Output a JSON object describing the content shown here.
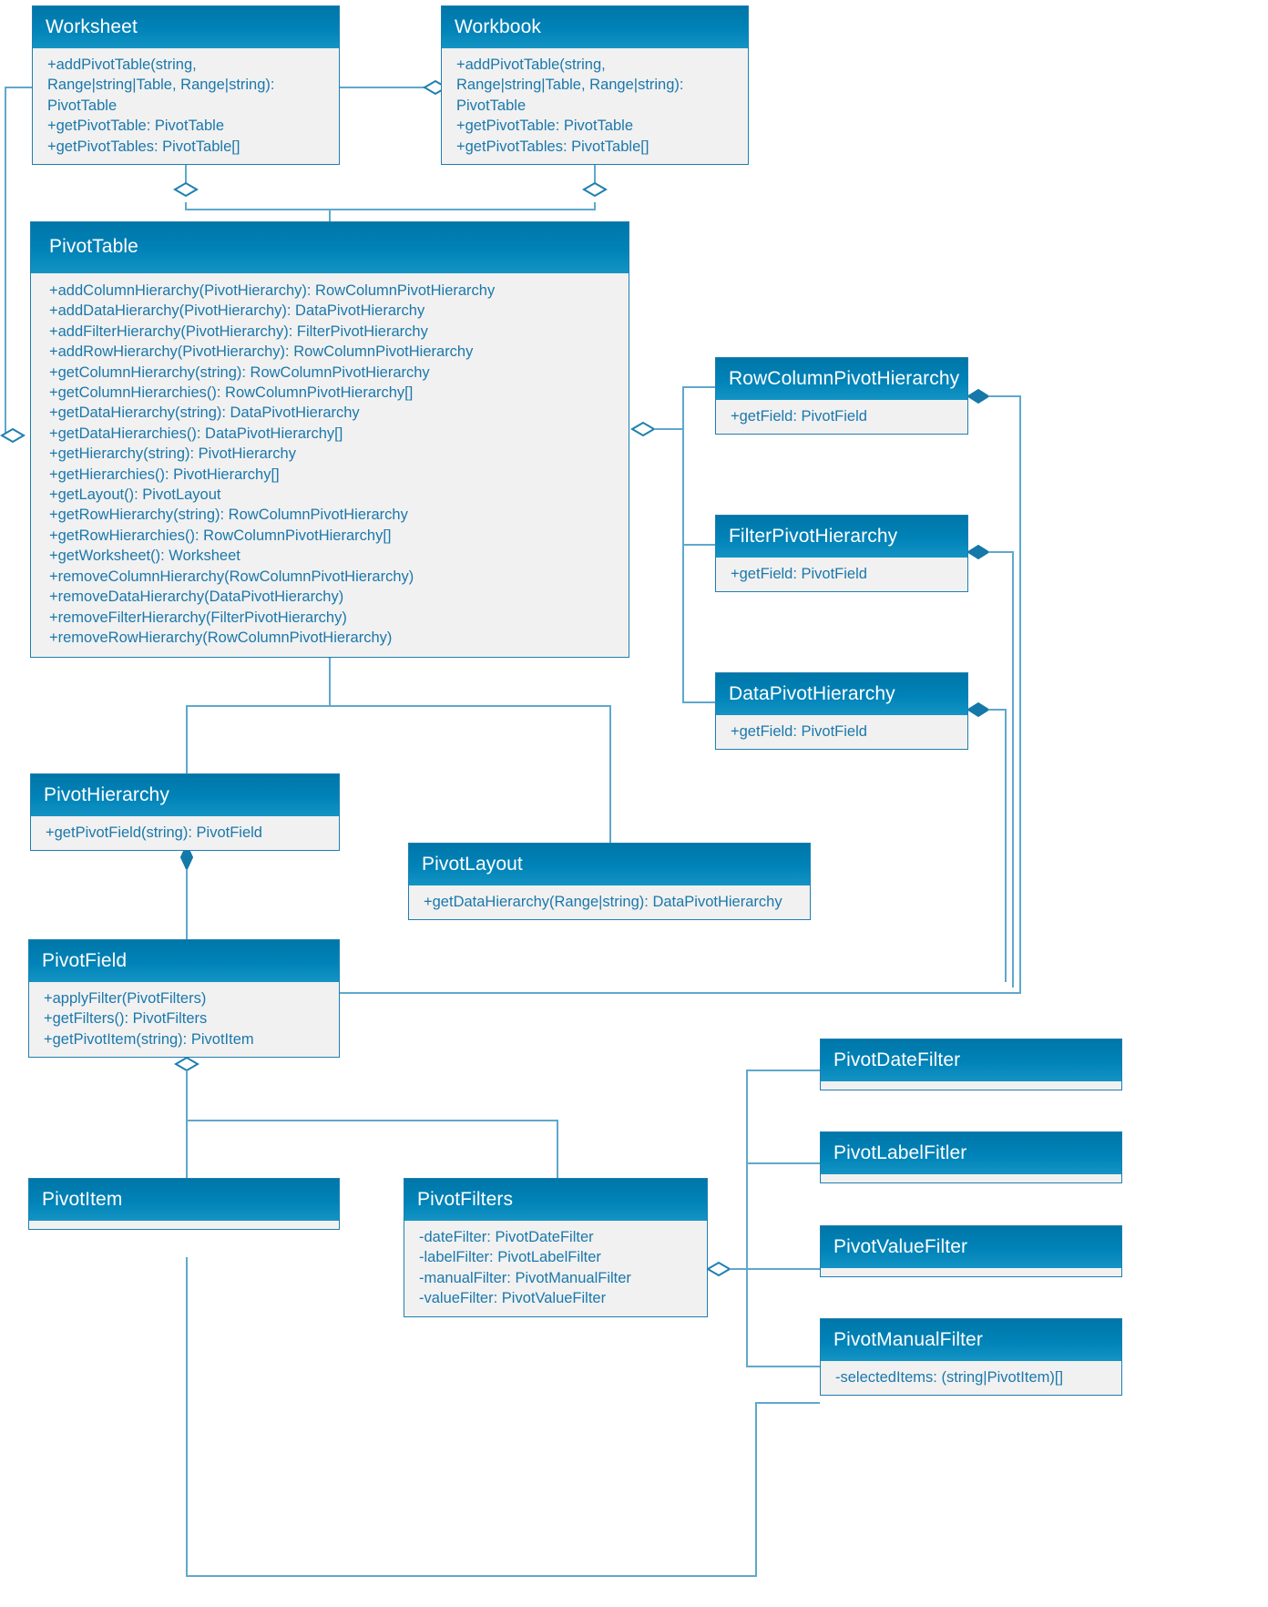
{
  "diagram": {
    "title": "PivotTable API UML class diagram",
    "colors": {
      "header_top": "#0076a8",
      "header_bottom": "#1494c4",
      "border": "#1f7fb0",
      "body_bg": "#f1f1f1",
      "body_text": "#1b78ab",
      "connector": "#5fa8cd",
      "page_bg": "#ffffff"
    }
  },
  "classes": {
    "worksheet": {
      "name": "Worksheet",
      "members": [
        "+addPivotTable(string, Range|string|Table, Range|string): PivotTable",
        "+getPivotTable: PivotTable",
        "+getPivotTables: PivotTable[]"
      ]
    },
    "workbook": {
      "name": "Workbook",
      "members": [
        "+addPivotTable(string, Range|string|Table, Range|string): PivotTable",
        "+getPivotTable: PivotTable",
        "+getPivotTables: PivotTable[]"
      ]
    },
    "pivottable": {
      "name": "PivotTable",
      "members": [
        "+addColumnHierarchy(PivotHierarchy): RowColumnPivotHierarchy",
        "+addDataHierarchy(PivotHierarchy): DataPivotHierarchy",
        "+addFilterHierarchy(PivotHierarchy): FilterPivotHierarchy",
        "+addRowHierarchy(PivotHierarchy): RowColumnPivotHierarchy",
        "+getColumnHierarchy(string): RowColumnPivotHierarchy",
        "+getColumnHierarchies(): RowColumnPivotHierarchy[]",
        "+getDataHierarchy(string): DataPivotHierarchy",
        "+getDataHierarchies(): DataPivotHierarchy[]",
        "+getHierarchy(string): PivotHierarchy",
        "+getHierarchies(): PivotHierarchy[]",
        "+getLayout(): PivotLayout",
        "+getRowHierarchy(string): RowColumnPivotHierarchy",
        "+getRowHierarchies(): RowColumnPivotHierarchy[]",
        "+getWorksheet(): Worksheet",
        "+removeColumnHierarchy(RowColumnPivotHierarchy)",
        "+removeDataHierarchy(DataPivotHierarchy)",
        "+removeFilterHierarchy(FilterPivotHierarchy)",
        "+removeRowHierarchy(RowColumnPivotHierarchy)"
      ]
    },
    "rowcolumnpivothierarchy": {
      "name": "RowColumnPivotHierarchy",
      "members": [
        "+getField: PivotField"
      ]
    },
    "filterpivothierarchy": {
      "name": "FilterPivotHierarchy",
      "members": [
        "+getField: PivotField"
      ]
    },
    "datapivothierarchy": {
      "name": "DataPivotHierarchy",
      "members": [
        "+getField: PivotField"
      ]
    },
    "pivothierarchy": {
      "name": "PivotHierarchy",
      "members": [
        "+getPivotField(string): PivotField"
      ]
    },
    "pivotlayout": {
      "name": "PivotLayout",
      "members": [
        "+getDataHierarchy(Range|string): DataPivotHierarchy"
      ]
    },
    "pivotfield": {
      "name": "PivotField",
      "members": [
        "+applyFilter(PivotFilters)",
        "+getFilters(): PivotFilters",
        "+getPivotItem(string): PivotItem"
      ]
    },
    "pivotitem": {
      "name": "PivotItem",
      "members": []
    },
    "pivotfilters": {
      "name": "PivotFilters",
      "members": [
        "-dateFilter: PivotDateFilter",
        "-labelFilter: PivotLabelFilter",
        "-manualFilter: PivotManualFilter",
        "-valueFilter: PivotValueFilter"
      ]
    },
    "pivotdatefilter": {
      "name": "PivotDateFilter",
      "members": []
    },
    "pivotlabelfilter": {
      "name": "PivotLabelFitler",
      "members": []
    },
    "pivotvaluefilter": {
      "name": "PivotValueFilter",
      "members": []
    },
    "pivotmanualfilter": {
      "name": "PivotManualFilter",
      "members": [
        "-selectedItems: (string|PivotItem)[]"
      ]
    }
  }
}
